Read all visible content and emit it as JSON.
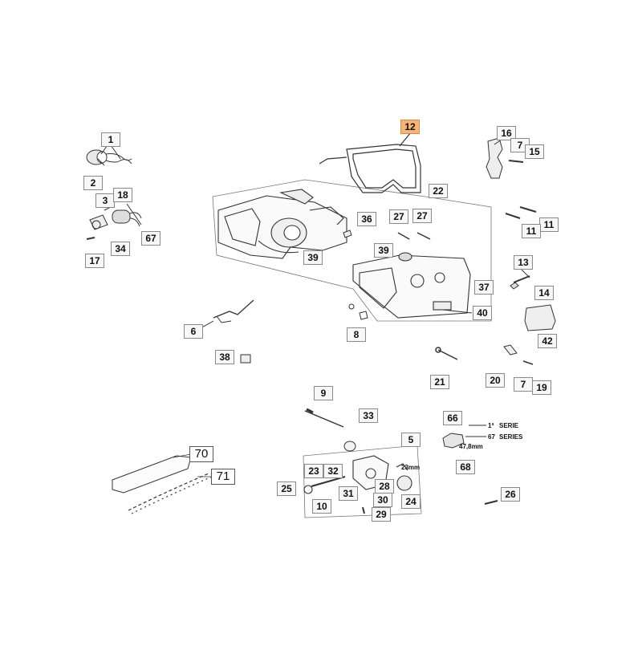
{
  "diagram": {
    "labels": {
      "l1": "1",
      "l2": "2",
      "l3": "3",
      "l18": "18",
      "l67": "67",
      "l17": "17",
      "l34": "34",
      "l12": "12",
      "l16": "16",
      "l7a": "7",
      "l15": "15",
      "l22": "22",
      "l27a": "27",
      "l27b": "27",
      "l36": "36",
      "l39a": "39",
      "l39b": "39",
      "l11a": "11",
      "l11b": "11",
      "l13": "13",
      "l14": "14",
      "l37": "37",
      "l40": "40",
      "l6": "6",
      "l8": "8",
      "l38": "38",
      "l42": "42",
      "l21": "21",
      "l20": "20",
      "l7b": "7",
      "l19": "19",
      "l9": "9",
      "l33": "33",
      "l5": "5",
      "l66": "66",
      "l68": "68",
      "l70": "70",
      "l71": "71",
      "l23": "23",
      "l32": "32",
      "l25": "25",
      "l10": "10",
      "l31": "31",
      "l28": "28",
      "l30": "30",
      "l29": "29",
      "l24": "24",
      "l26": "26"
    },
    "notes": {
      "serie1": "SERIE",
      "serie2": "SERIES",
      "serie1_mark": "1ª",
      "serie2_mark": "67",
      "size1": "23mm",
      "size2": "47,8mm"
    },
    "highlight_color": "#f6b37a"
  }
}
